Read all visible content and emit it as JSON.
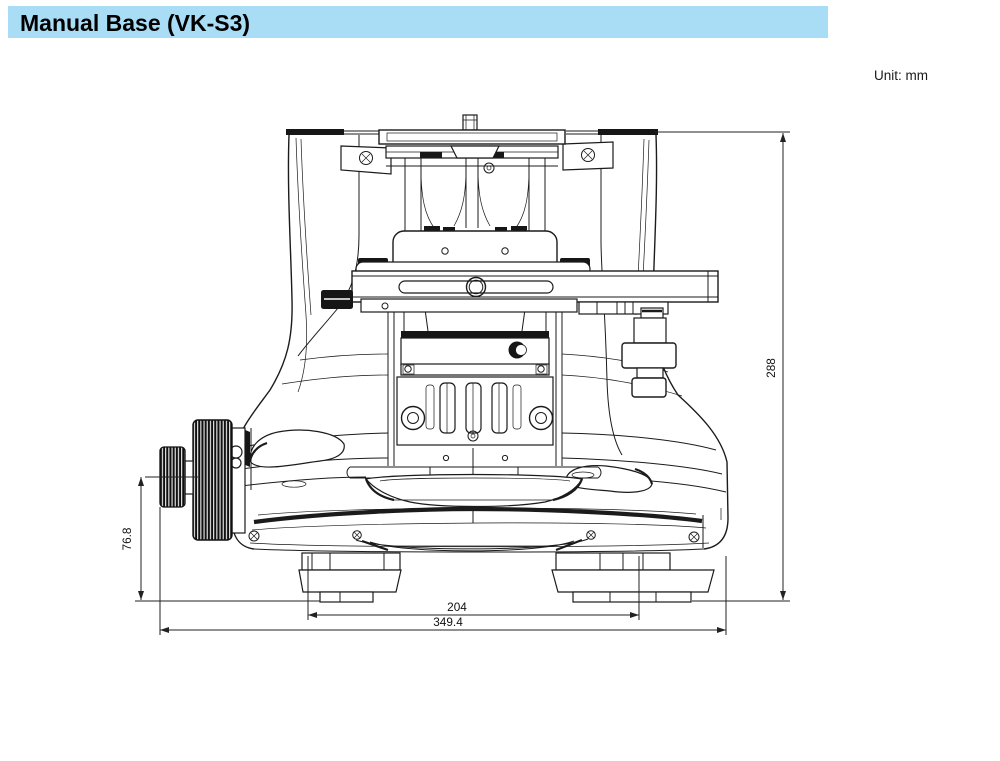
{
  "header": {
    "title": "Manual Base (VK-S3)"
  },
  "drawing": {
    "unit_label": "Unit: mm",
    "view": "front elevation line drawing of manual microscope base",
    "dimensions": {
      "overall_height": {
        "value": "288",
        "orientation": "vertical-right"
      },
      "knob_center_height": {
        "value": "76.8",
        "orientation": "vertical-left"
      },
      "foot_pitch": {
        "value": "204",
        "orientation": "horizontal"
      },
      "overall_width": {
        "value": "349.4",
        "orientation": "horizontal"
      }
    },
    "parts": [
      "top-locating-pin",
      "top-mount-plate",
      "phillips-screws",
      "support-columns",
      "stage-saddle",
      "stage-guide-rail",
      "xy-stage-slide-plate",
      "stage-lock-knob",
      "xy-stage-control-knobs",
      "focus-mechanism-block",
      "coarse-focus-knob",
      "fine-focus-knob",
      "base-housing",
      "leveling-feet"
    ]
  },
  "colors": {
    "header_bg": "#A9DCF5",
    "line": "#1A1A1A",
    "page_bg": "#FFFFFF"
  }
}
